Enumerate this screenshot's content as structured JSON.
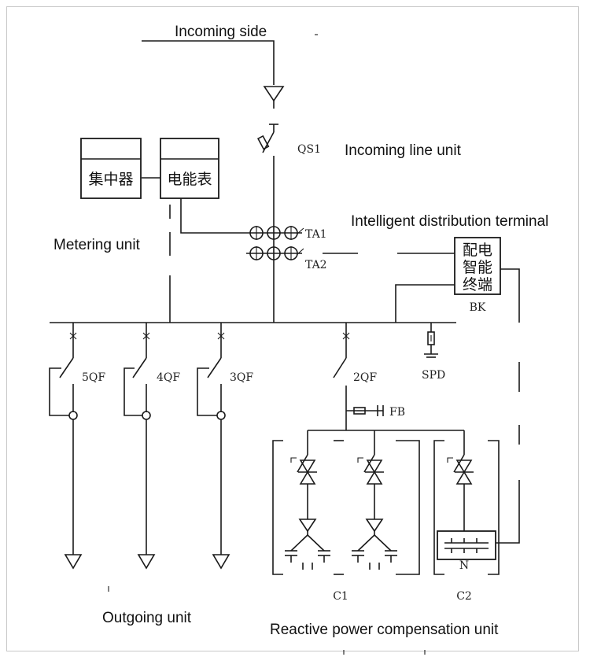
{
  "labels": {
    "incoming_side": "Incoming side",
    "incoming_line_unit": "Incoming line unit",
    "intelligent_terminal": "Intelligent distribution terminal",
    "metering_unit": "Metering unit",
    "outgoing_unit": "Outgoing unit",
    "reactive_unit": "Reactive power compensation unit"
  },
  "devices": {
    "concentrator": "集中器",
    "energy_meter": "电能表",
    "terminal_lines": [
      "配电",
      "智能",
      "终端"
    ],
    "terminal_tag": "BK"
  },
  "tags": {
    "qs1": "QS1",
    "ta1": "TA1",
    "ta2": "TA2",
    "qf5": "5QF",
    "qf4": "4QF",
    "qf3": "3QF",
    "qf2": "2QF",
    "spd": "SPD",
    "fb": "FB",
    "c1": "C1",
    "c2": "C2",
    "n": "N"
  }
}
